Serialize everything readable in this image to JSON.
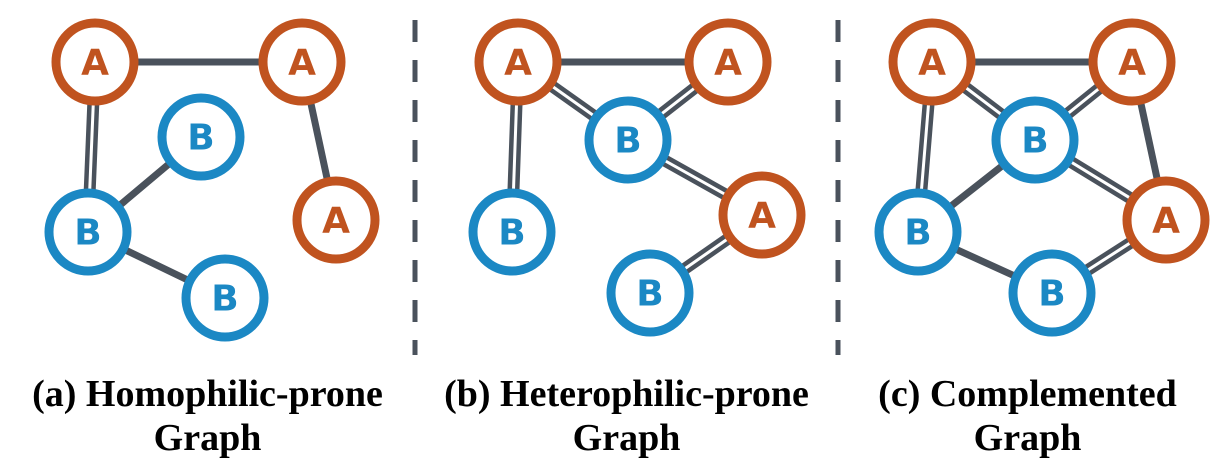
{
  "colors": {
    "node_A": "#c0531f",
    "node_B": "#1b88c4",
    "edge": "#4a525c"
  },
  "panels": [
    {
      "caption_line1": "(a) Homophilic-prone",
      "caption_line2": "Graph",
      "nodes": [
        {
          "id": "a1",
          "label": "A",
          "type": "A"
        },
        {
          "id": "a2",
          "label": "A",
          "type": "A"
        },
        {
          "id": "a3",
          "label": "A",
          "type": "A"
        },
        {
          "id": "b1",
          "label": "B",
          "type": "B"
        },
        {
          "id": "b2",
          "label": "B",
          "type": "B"
        },
        {
          "id": "b3",
          "label": "B",
          "type": "B"
        }
      ],
      "edges": [
        {
          "from": "a1",
          "to": "a2",
          "style": "single"
        },
        {
          "from": "a2",
          "to": "a3",
          "style": "single"
        },
        {
          "from": "a1",
          "to": "b2",
          "style": "double"
        },
        {
          "from": "b1",
          "to": "b2",
          "style": "single"
        },
        {
          "from": "b2",
          "to": "b3",
          "style": "single"
        }
      ]
    },
    {
      "caption_line1": "(b) Heterophilic-prone",
      "caption_line2": "Graph",
      "nodes": [
        {
          "id": "a1",
          "label": "A",
          "type": "A"
        },
        {
          "id": "a2",
          "label": "A",
          "type": "A"
        },
        {
          "id": "b1",
          "label": "B",
          "type": "B"
        },
        {
          "id": "a3",
          "label": "A",
          "type": "A"
        },
        {
          "id": "b2",
          "label": "B",
          "type": "B"
        },
        {
          "id": "b3",
          "label": "B",
          "type": "B"
        }
      ],
      "edges": [
        {
          "from": "a1",
          "to": "a2",
          "style": "single"
        },
        {
          "from": "a1",
          "to": "b1",
          "style": "double"
        },
        {
          "from": "a2",
          "to": "b1",
          "style": "double"
        },
        {
          "from": "a1",
          "to": "b2",
          "style": "double"
        },
        {
          "from": "b1",
          "to": "a3",
          "style": "double"
        },
        {
          "from": "a3",
          "to": "b3",
          "style": "double"
        }
      ]
    },
    {
      "caption_line1": "(c) Complemented",
      "caption_line2": "Graph",
      "nodes": [
        {
          "id": "a1",
          "label": "A",
          "type": "A"
        },
        {
          "id": "a2",
          "label": "A",
          "type": "A"
        },
        {
          "id": "b1",
          "label": "B",
          "type": "B"
        },
        {
          "id": "a3",
          "label": "A",
          "type": "A"
        },
        {
          "id": "b2",
          "label": "B",
          "type": "B"
        },
        {
          "id": "b3",
          "label": "B",
          "type": "B"
        }
      ],
      "edges": [
        {
          "from": "a1",
          "to": "a2",
          "style": "single"
        },
        {
          "from": "a2",
          "to": "a3",
          "style": "single"
        },
        {
          "from": "b1",
          "to": "b2",
          "style": "single"
        },
        {
          "from": "b2",
          "to": "b3",
          "style": "single"
        },
        {
          "from": "a1",
          "to": "b1",
          "style": "double"
        },
        {
          "from": "a2",
          "to": "b1",
          "style": "double"
        },
        {
          "from": "a1",
          "to": "b2",
          "style": "double"
        },
        {
          "from": "b1",
          "to": "a3",
          "style": "double"
        },
        {
          "from": "a3",
          "to": "b3",
          "style": "double"
        }
      ]
    }
  ]
}
